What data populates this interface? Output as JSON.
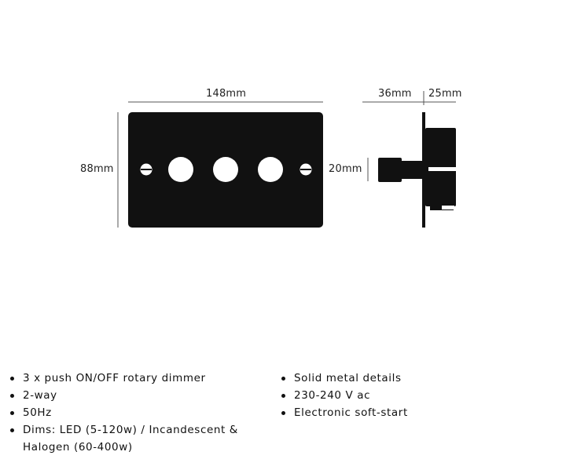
{
  "dimensions": {
    "width": "148mm",
    "height": "88mm",
    "depth_front": "36mm",
    "depth_back": "25mm",
    "knob_size": "20mm"
  },
  "specs": {
    "left": [
      "3 x push ON/OFF rotary dimmer",
      "2-way",
      "50Hz",
      "Dims: LED (5-120w) / Incandescent & Halogen (60-400w)"
    ],
    "right": [
      "Solid metal details",
      "230-240 V ac",
      "Electronic soft-start"
    ]
  },
  "colors": {
    "plate": "#111111",
    "knob": "#ffffff"
  }
}
